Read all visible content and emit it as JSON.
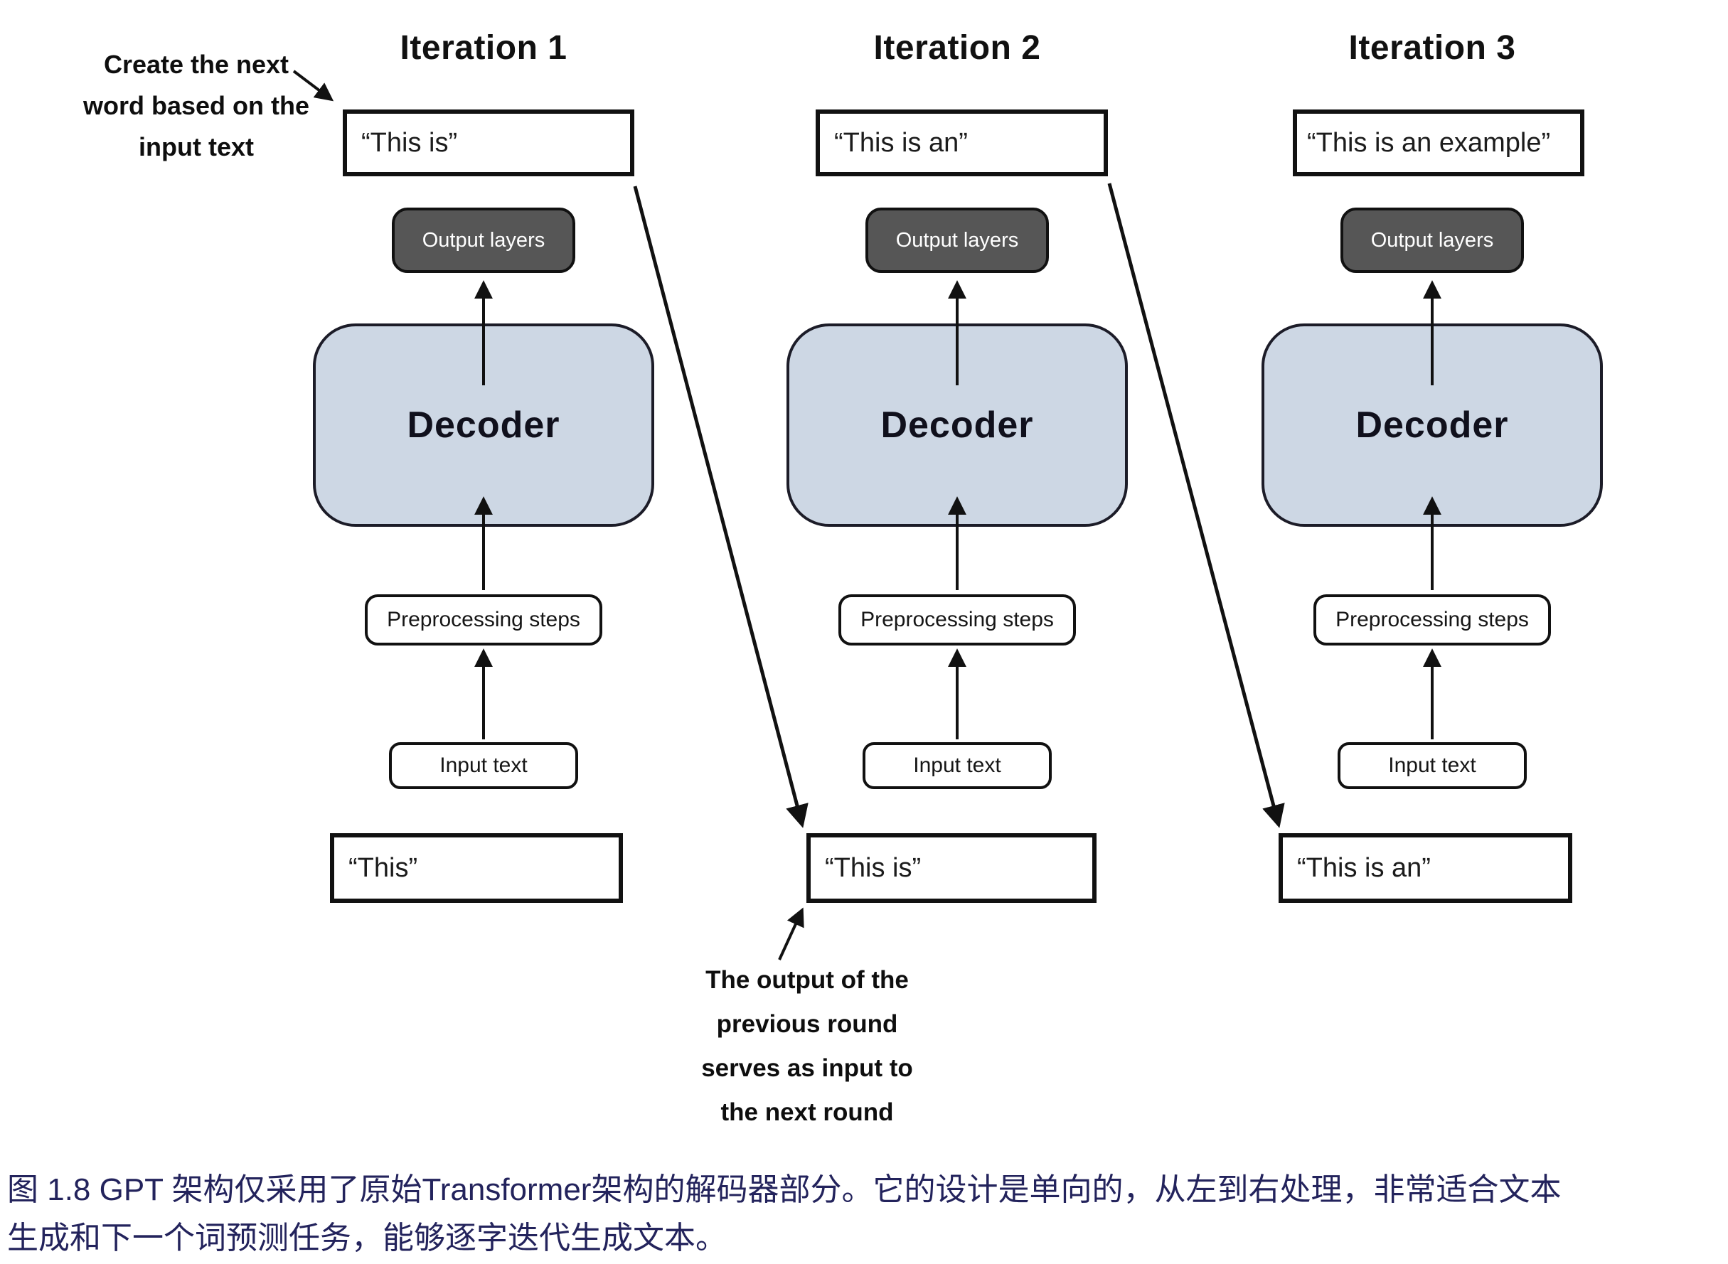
{
  "figure": {
    "iterations": [
      {
        "title": "Iteration 1",
        "output_text": "“This is”",
        "output_layers_label": "Output layers",
        "decoder_label": "Decoder",
        "preprocessing_label": "Preprocessing steps",
        "input_label": "Input text",
        "input_text": "“This”"
      },
      {
        "title": "Iteration 2",
        "output_text": "“This is an”",
        "output_layers_label": "Output layers",
        "decoder_label": "Decoder",
        "preprocessing_label": "Preprocessing steps",
        "input_label": "Input text",
        "input_text": "“This is”"
      },
      {
        "title": "Iteration 3",
        "output_text": "“This is an example”",
        "output_layers_label": "Output layers",
        "decoder_label": "Decoder",
        "preprocessing_label": "Preprocessing steps",
        "input_label": "Input text",
        "input_text": "“This is an”"
      }
    ],
    "annotations": {
      "top_left": {
        "line1": "Create the next",
        "line2": "word based on the",
        "line3": "input text"
      },
      "bottom": {
        "line1": "The output of the",
        "line2": "previous round",
        "line3": "serves as input to",
        "line4": "the next round"
      }
    },
    "colors": {
      "decoder_fill": "#cdd7e4",
      "output_layers_fill": "#565656",
      "line_color": "#111111",
      "caption_color": "#23235c",
      "background": "#ffffff"
    }
  },
  "caption": {
    "line1": "图 1.8  GPT 架构仅采用了原始Transformer架构的解码器部分。它的设计是单向的，从左到右处理，非常适合文本",
    "line2": "生成和下一个词预测任务，能够逐字迭代生成文本。"
  }
}
